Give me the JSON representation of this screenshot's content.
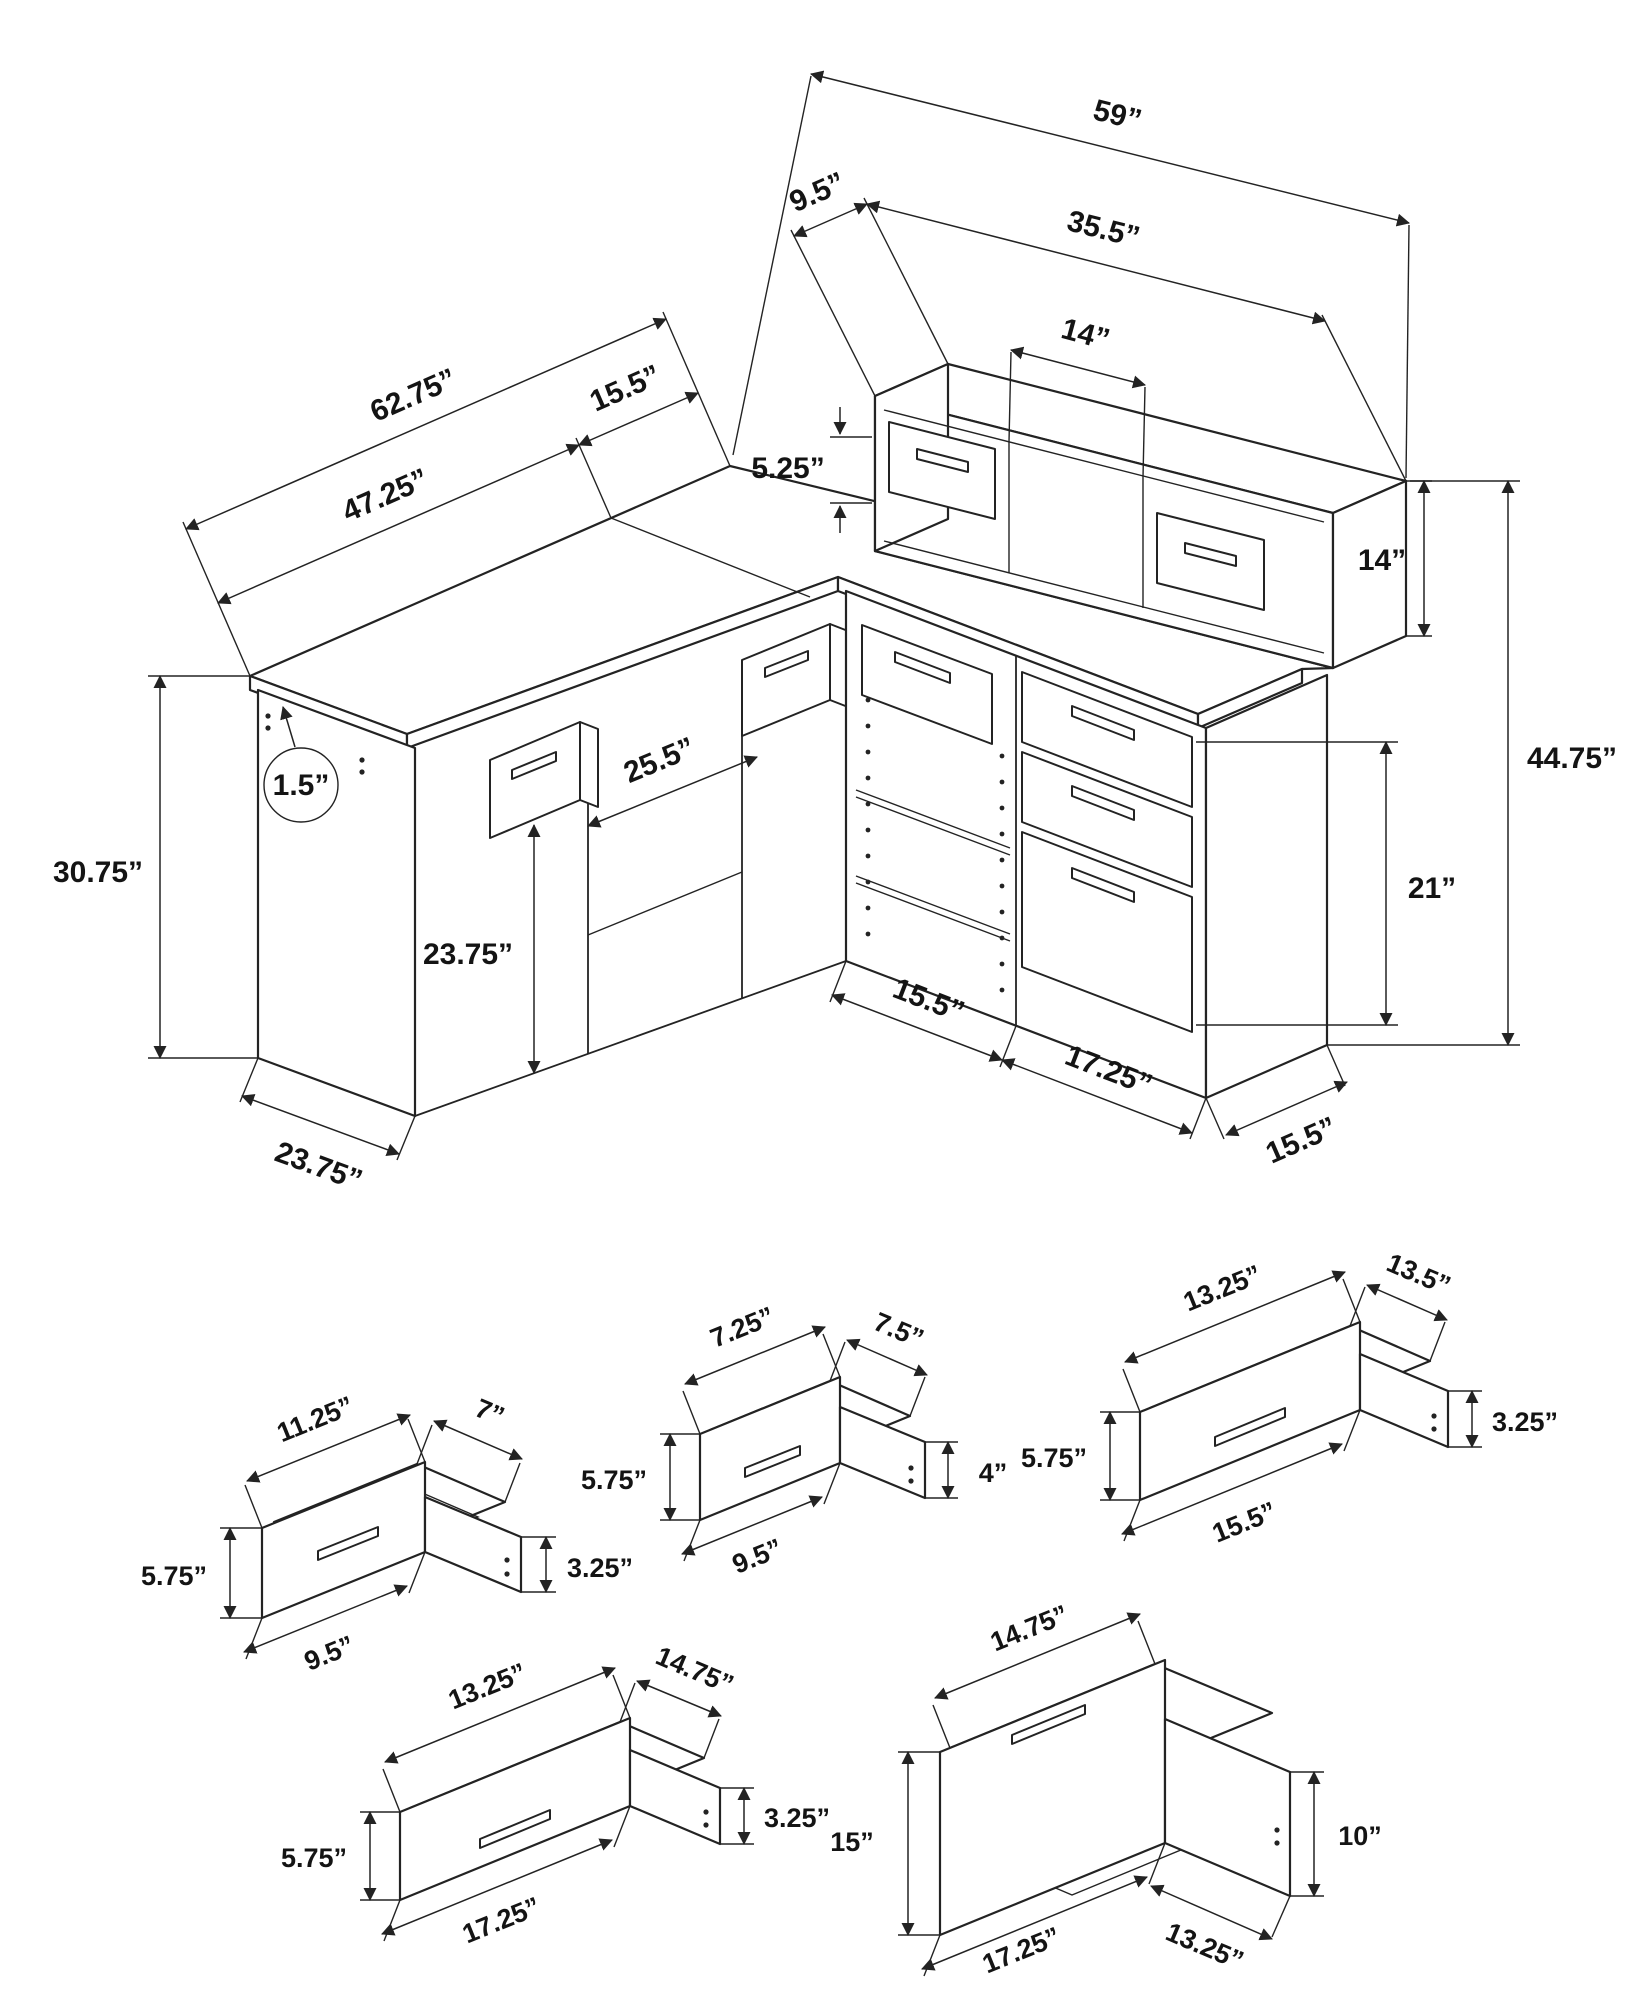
{
  "figure": "corner-desk-dimension-drawing",
  "dims": {
    "total_width": "59”",
    "hutch_depth": "9.5”",
    "hutch_width": "35.5”",
    "hutch_cubby_width": "14”",
    "hutch_opening_height": "5.25”",
    "hutch_height": "14”",
    "overall_height": "44.75”",
    "top_length_total": "62.75”",
    "return_depth": "15.5”",
    "top_length_front": "47.25”",
    "top_thickness": "1.5”",
    "desk_height": "30.75”",
    "knee_opening_width": "25.5”",
    "knee_height": "23.75”",
    "left_panel_depth": "23.75”",
    "open_section_width": "15.5”",
    "drawer_section_width": "17.25”",
    "cabinet_depth": "15.5”",
    "drawer_bank_height": "21”"
  },
  "drawer_a": {
    "top_width": "11.25”",
    "top_depth": "7”",
    "front_height": "5.75”",
    "side_height": "3.25”",
    "bottom_width": "9.5”"
  },
  "drawer_b": {
    "top_width": "7.25”",
    "top_depth": "7.5”",
    "front_height": "5.75”",
    "side_height": "4”",
    "bottom_width": "9.5”"
  },
  "drawer_c": {
    "top_width": "13.25”",
    "top_depth": "13.5”",
    "front_height": "5.75”",
    "side_height": "3.25”",
    "bottom_width": "15.5”"
  },
  "drawer_d": {
    "top_width": "13.25”",
    "top_depth": "14.75”",
    "front_height": "5.75”",
    "side_height": "3.25”",
    "bottom_width": "17.25”"
  },
  "drawer_e": {
    "top_width": "14.75”",
    "front_height": "15”",
    "side_height": "10”",
    "bottom_width": "17.25”",
    "bottom_depth": "13.25”"
  }
}
